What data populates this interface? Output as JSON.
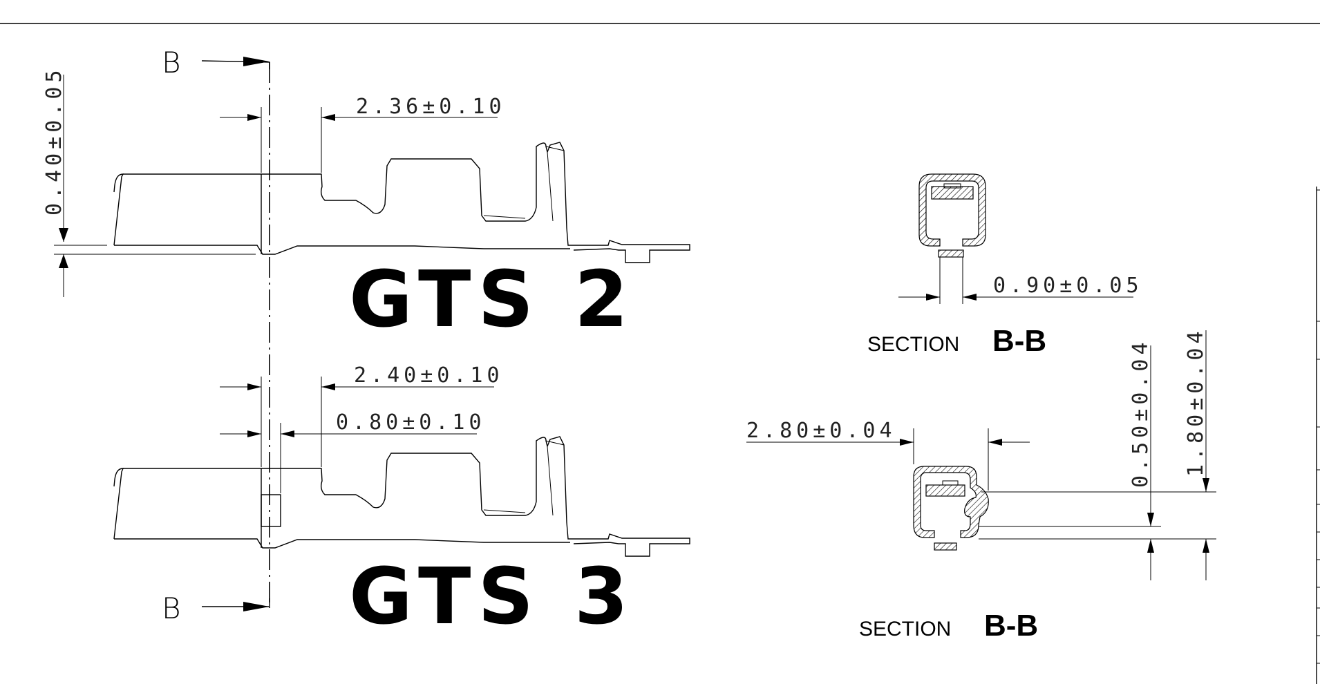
{
  "dimensions": {
    "gts2_thickness": "0.40±0.05",
    "gts2_length": "2.36±0.10",
    "gts3_length": "2.40±0.10",
    "gts3_offset": "0.80±0.10",
    "section1_gap": "0.90±0.05",
    "section2_width": "2.80±0.04",
    "section2_height_a": "0.50±0.04",
    "section2_height_b": "1.80±0.04"
  },
  "labels": {
    "gts2": "GTS 2",
    "gts3": "GTS 3",
    "section_word": "SECTION",
    "section_id": "B-B",
    "cut_marker": "B"
  }
}
